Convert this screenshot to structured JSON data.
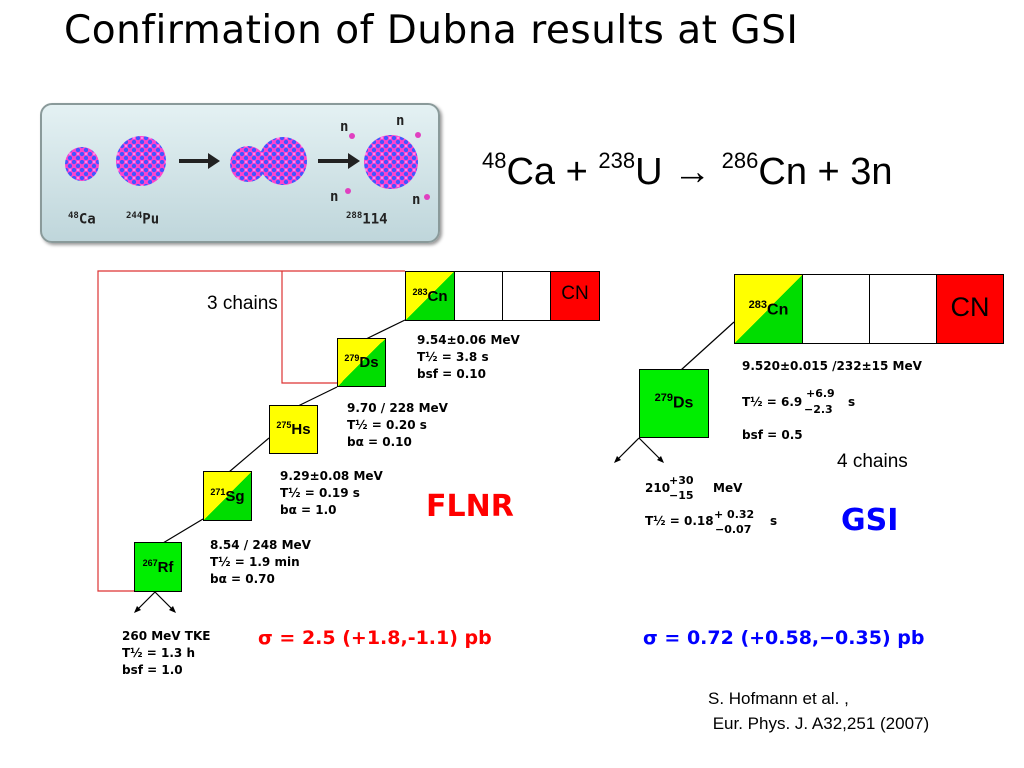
{
  "title": "Confirmation of Dubna results at GSI",
  "reaction": {
    "a1": "48",
    "e1": "Ca + ",
    "a2": "238",
    "e2": "U ",
    "arrow": "→",
    "a3": "286",
    "e3": "Cn + 3n"
  },
  "fusion": {
    "label_ca_mass": "48",
    "label_ca": "Ca",
    "label_pu_mass": "244",
    "label_pu": "Pu",
    "label_prod_mass": "288",
    "label_prod": "114",
    "neutron": "n"
  },
  "flnr": {
    "chains": "3 chains",
    "label": "FLNR",
    "cn": "CN",
    "nuclides": [
      {
        "mass": "283",
        "sym": "Cn"
      },
      {
        "mass": "279",
        "sym": "Ds"
      },
      {
        "mass": "275",
        "sym": "Hs"
      },
      {
        "mass": "271",
        "sym": "Sg"
      },
      {
        "mass": "267",
        "sym": "Rf"
      }
    ],
    "decays": [
      [
        "9.54±0.06 MeV",
        "T½ = 3.8 s",
        "bsf = 0.10"
      ],
      [
        "9.70 / 228 MeV",
        "T½ =  0.20 s",
        "bα = 0.10"
      ],
      [
        "9.29±0.08 MeV",
        "T½ = 0.19 s",
        "bα = 1.0"
      ],
      [
        "8.54 / 248 MeV",
        "T½ = 1.9 min",
        "bα = 0.70"
      ],
      [
        "260 MeV TKE",
        "T½ = 1.3 h",
        "bsf = 1.0"
      ]
    ],
    "sigma": "σ = 2.5 (+1.8,-1.1) pb"
  },
  "gsi": {
    "chains": "4 chains",
    "label": "GSI",
    "cn": "CN",
    "nuclides": [
      {
        "mass": "283",
        "sym": "Cn"
      },
      {
        "mass": "279",
        "sym": "Ds"
      }
    ],
    "decay1": [
      "9.520±0.015 /232±15 MeV",
      "T½ = 6.9",
      "+6.9",
      "−2.3",
      "s",
      "bsf = 0.5"
    ],
    "decay2": [
      "210",
      "+30",
      "−15",
      "MeV",
      "T½ = 0.18",
      "+ 0.32",
      "−0.07",
      "s"
    ],
    "sigma": "σ = 0.72 (+0.58,−0.35) pb"
  },
  "reference": [
    "S. Hofmann et al. ,",
    " Eur. Phys. J. A32,251 (2007)"
  ],
  "colors": {
    "red": "#ff0000",
    "green": "#00ee00",
    "yellow": "#ffff00",
    "flnr_text": "#ff0000",
    "gsi_text": "#0000ff"
  }
}
